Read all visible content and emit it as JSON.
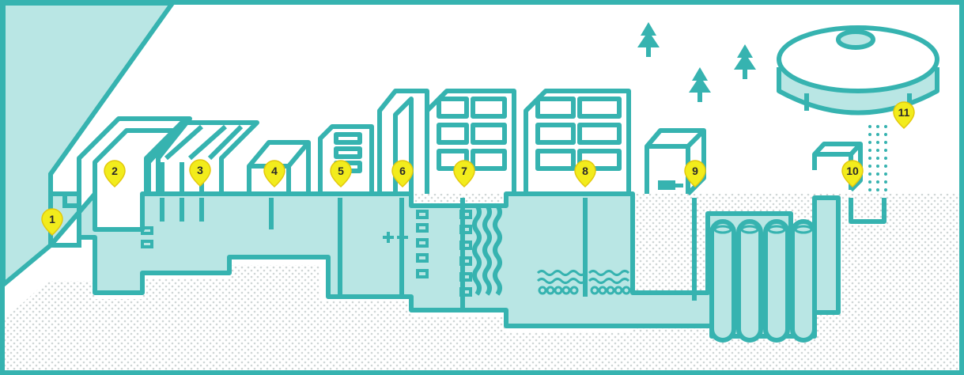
{
  "colors": {
    "teal": "#36b3b0",
    "light_teal": "#b9e6e4",
    "pin_yellow": "#f2ec1c",
    "ground_dot": "#cfd6d6",
    "background": "#ffffff"
  },
  "markers": [
    {
      "label": "1"
    },
    {
      "label": "2"
    },
    {
      "label": "3"
    },
    {
      "label": "4"
    },
    {
      "label": "5"
    },
    {
      "label": "6"
    },
    {
      "label": "7"
    },
    {
      "label": "8"
    },
    {
      "label": "9"
    },
    {
      "label": "10"
    },
    {
      "label": "11"
    }
  ],
  "icons": [
    "tree-icon",
    "water-tower-icon",
    "building-icon",
    "tank-icon",
    "pump-icon",
    "filter-column-icon",
    "location-marker-icon"
  ]
}
